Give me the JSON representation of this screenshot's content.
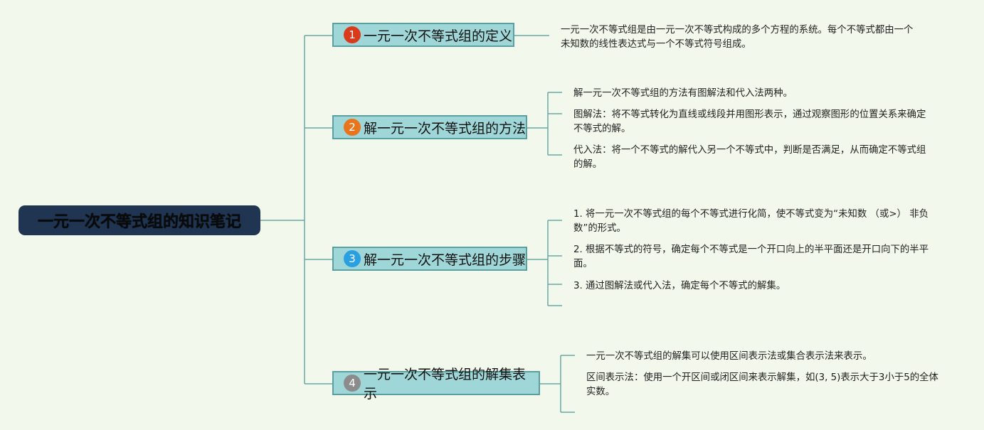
{
  "root": {
    "title": "一元一次不等式组的知识笔记"
  },
  "colors": {
    "badge1": "#d93a1c",
    "badge2": "#e8741e",
    "badge3": "#2aa0e0",
    "badge4": "#8c8c8c",
    "line": "#6aa8a6"
  },
  "branches": [
    {
      "number": "1",
      "title": "一元一次不等式组的定义",
      "notes": [
        "一元一次不等式组是由一元一次不等式构成的多个方程的系统。每个不等式都由一个未知数的线性表达式与一个不等式符号组成。"
      ]
    },
    {
      "number": "2",
      "title": "解一元一次不等式组的方法",
      "notes": [
        "解一元一次不等式组的方法有图解法和代入法两种。",
        "图解法：将不等式转化为直线或线段并用图形表示，通过观察图形的位置关系来确定不等式的解。",
        "代入法：将一个不等式的解代入另一个不等式中，判断是否满足，从而确定不等式组的解。"
      ]
    },
    {
      "number": "3",
      "title": "解一元一次不等式组的步骤",
      "notes": [
        "1. 将一元一次不等式组的每个不等式进行化简，使不等式变为“未知数 （或>） 非负数”的形式。",
        "2. 根据不等式的符号，确定每个不等式是一个开口向上的半平面还是开口向下的半平面。",
        "3. 通过图解法或代入法，确定每个不等式的解集。"
      ]
    },
    {
      "number": "4",
      "title": "一元一次不等式组的解集表示",
      "notes": [
        "一元一次不等式组的解集可以使用区间表示法或集合表示法来表示。",
        "区间表示法：使用一个开区间或闭区间来表示解集，如(3, 5)表示大于3小于5的全体实数。"
      ]
    }
  ]
}
